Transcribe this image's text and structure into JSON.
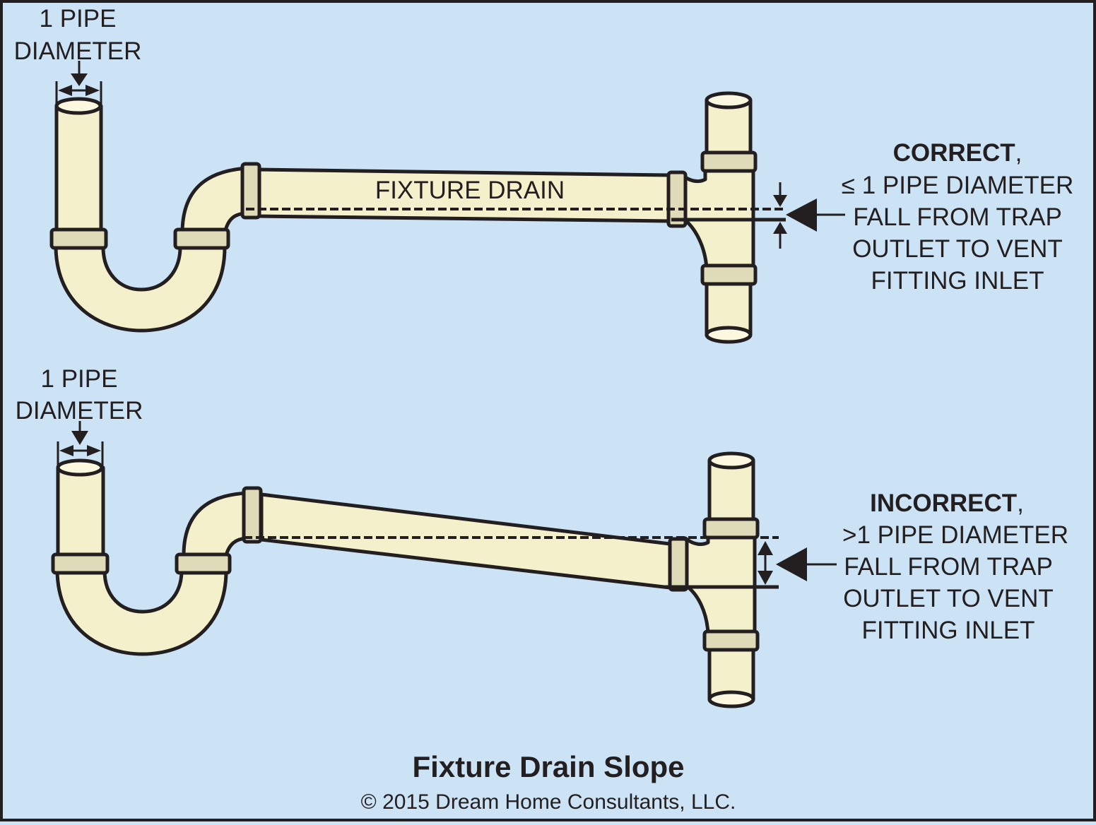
{
  "diagram": {
    "title": "Fixture Drain Slope",
    "copyright": "© 2015 Dream Home Consultants, LLC.",
    "colors": {
      "background": "#cce2f5",
      "pipe": "#f5f0cc",
      "coupling": "#dfdab8",
      "ink": "#231f20"
    },
    "top_panel": {
      "diameter_label_line1": "1 PIPE",
      "diameter_label_line2": "DIAMETER",
      "pipe_label": "FIXTURE DRAIN",
      "verdict": "CORRECT",
      "verdict_punct": ",",
      "note_lines": [
        "≤ 1 PIPE DIAMETER",
        "FALL FROM TRAP",
        "OUTLET TO VENT",
        "FITTING INLET"
      ]
    },
    "bottom_panel": {
      "diameter_label_line1": "1 PIPE",
      "diameter_label_line2": "DIAMETER",
      "verdict": "INCORRECT",
      "verdict_punct": ",",
      "note_lines": [
        ">1 PIPE DIAMETER",
        "FALL FROM TRAP",
        "OUTLET TO VENT",
        "FITTING INLET"
      ]
    }
  }
}
